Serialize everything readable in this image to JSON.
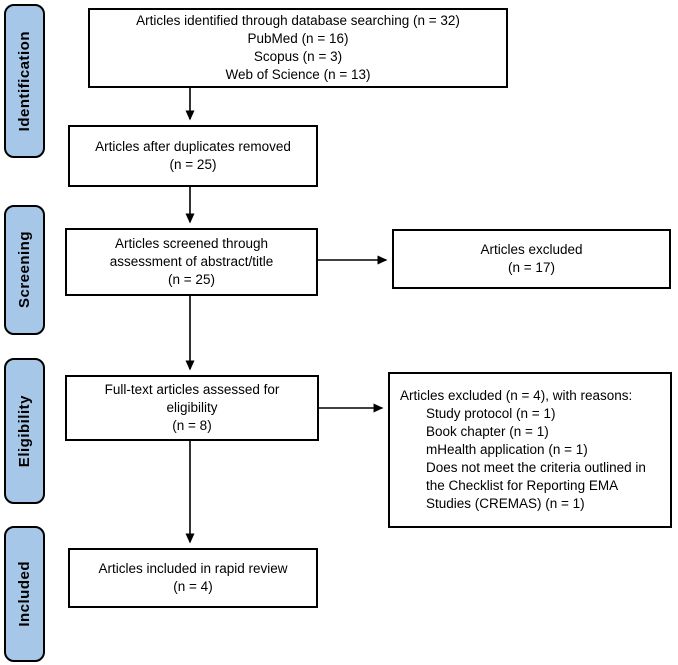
{
  "diagram": {
    "type": "prisma-flow",
    "stages": [
      {
        "label": "Identification"
      },
      {
        "label": "Screening"
      },
      {
        "label": "Eligibility"
      },
      {
        "label": "Included"
      }
    ],
    "boxes": {
      "identified": {
        "lines": [
          "Articles identified through database searching (n = 32)",
          "PubMed (n = 16)",
          "Scopus (n = 3)",
          "Web of Science (n = 13)"
        ]
      },
      "duplicates": {
        "lines": [
          "Articles after duplicates removed",
          "(n = 25)"
        ]
      },
      "screened": {
        "lines": [
          "Articles screened through",
          "assessment of abstract/title",
          "(n = 25)"
        ]
      },
      "excluded_screening": {
        "lines": [
          "Articles excluded",
          "(n = 17)"
        ]
      },
      "fulltext": {
        "lines": [
          "Full-text articles assessed for",
          "eligibility",
          "(n = 8)"
        ]
      },
      "excluded_fulltext": {
        "header": "Articles excluded (n = 4), with reasons:",
        "reasons": [
          "Study protocol (n = 1)",
          "Book chapter (n = 1)",
          "mHealth application (n = 1)",
          "Does not meet the criteria outlined in the Checklist for Reporting EMA Studies (CREMAS) (n = 1)"
        ]
      },
      "included": {
        "lines": [
          "Articles included in rapid review",
          "(n = 4)"
        ]
      }
    },
    "counts": {
      "identified_total": 32,
      "pubmed": 16,
      "scopus": 3,
      "web_of_science": 13,
      "after_duplicates": 25,
      "screened": 25,
      "excluded_screening": 17,
      "fulltext_assessed": 8,
      "excluded_fulltext": 4,
      "included": 4
    },
    "colors": {
      "stage_fill": "#A7C7E8",
      "stage_border": "#000000",
      "box_fill": "#FFFFFF",
      "box_border": "#000000",
      "arrow": "#000000"
    }
  }
}
